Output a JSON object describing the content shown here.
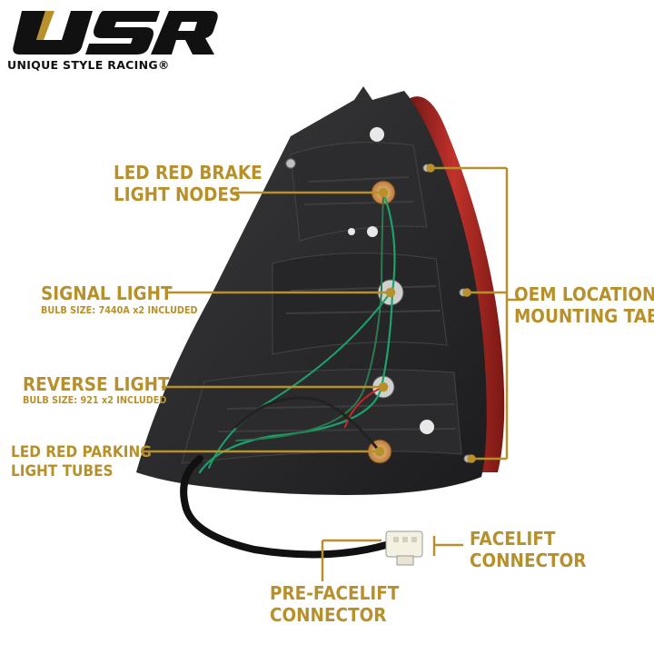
{
  "brand": {
    "logo_text": "USR",
    "tagline": "UNIQUE STYLE RACING®"
  },
  "callouts": {
    "brake": {
      "line1": "LED RED BRAKE",
      "line2": "LIGHT NODES"
    },
    "signal": {
      "title": "SIGNAL LIGHT",
      "sub": "BULB SIZE: 7440A x2 INCLUDED"
    },
    "reverse": {
      "title": "REVERSE LIGHT",
      "sub": "BULB SIZE: 921 x2 INCLUDED"
    },
    "parking": {
      "line1": "LED RED PARKING",
      "line2": "LIGHT TUBES"
    },
    "oem": {
      "line1": "OEM LOCATION",
      "line2": "MOUNTING TABS"
    },
    "facelift": {
      "line1": "FACELIFT",
      "line2": "CONNECTOR"
    },
    "prefacelift": {
      "line1": "PRE-FACELIFT",
      "line2": "CONNECTOR"
    }
  },
  "colors": {
    "accent": "#b8902a",
    "housing": "#2a2a2c",
    "lens_red": "#b0241f",
    "logo": "#111111"
  }
}
